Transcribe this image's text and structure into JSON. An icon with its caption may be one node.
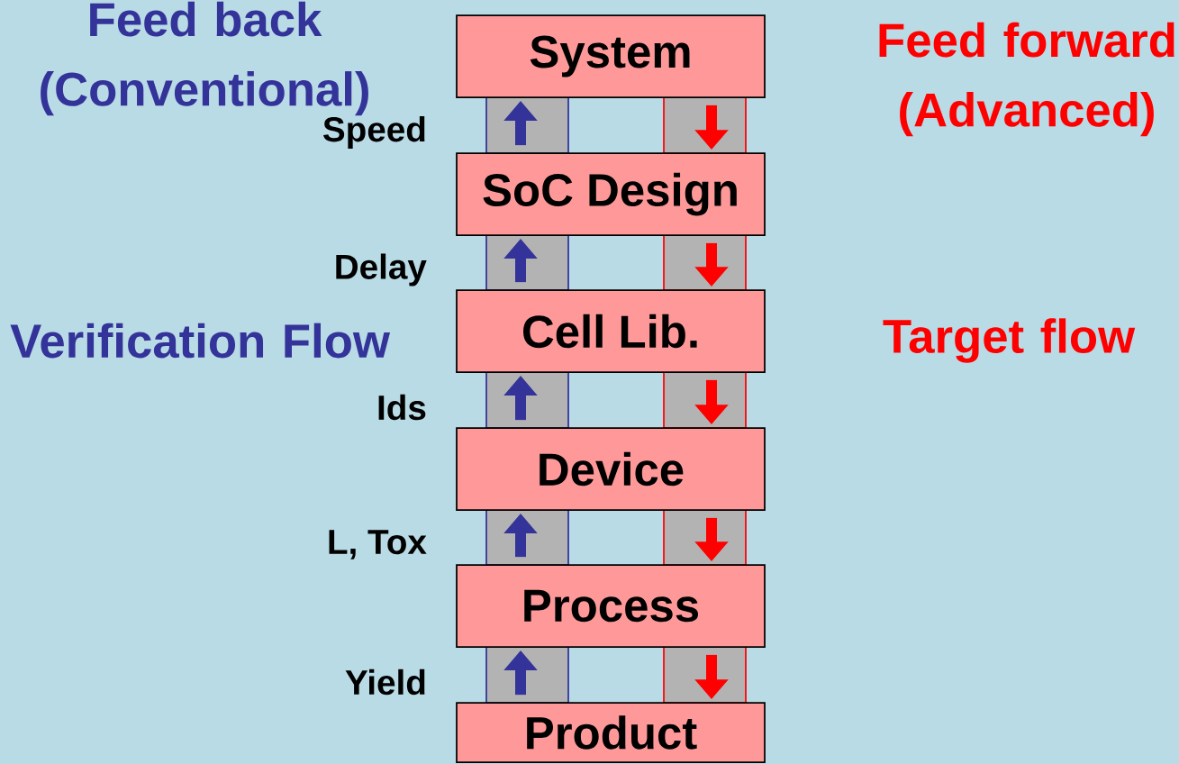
{
  "diagram": {
    "nodes": [
      {
        "text": [
          "System"
        ]
      },
      {
        "text": [
          "SoC Design"
        ]
      },
      {
        "text": [
          "Cell Lib."
        ]
      },
      {
        "text": [
          "Device"
        ]
      },
      {
        "text": [
          "Process"
        ]
      },
      {
        "text": [
          "Product"
        ]
      }
    ],
    "edges": [
      {
        "from": 1,
        "to": 0,
        "arrow": "to",
        "label": "Speed",
        "color": "#333399"
      },
      {
        "from": 0,
        "to": 1,
        "arrow": "to",
        "color": "#ff0000"
      },
      {
        "from": 2,
        "to": 1,
        "arrow": "to",
        "label": "Delay",
        "color": "#333399"
      },
      {
        "from": 1,
        "to": 2,
        "arrow": "to",
        "color": "#ff0000"
      },
      {
        "from": 3,
        "to": 2,
        "arrow": "to",
        "label": "Ids",
        "color": "#333399"
      },
      {
        "from": 2,
        "to": 3,
        "arrow": "to",
        "color": "#ff0000"
      },
      {
        "from": 4,
        "to": 3,
        "arrow": "to",
        "label": "L, Tox",
        "color": "#333399"
      },
      {
        "from": 3,
        "to": 4,
        "arrow": "to",
        "color": "#ff0000"
      },
      {
        "from": 5,
        "to": 4,
        "arrow": "to",
        "label": "Yield",
        "color": "#333399"
      },
      {
        "from": 4,
        "to": 5,
        "arrow": "to",
        "color": "#ff0000"
      }
    ],
    "labels": [
      "Feed back (Conventional)",
      "Feed forward (Advanced)",
      "Verification Flow",
      "Target flow"
    ]
  }
}
